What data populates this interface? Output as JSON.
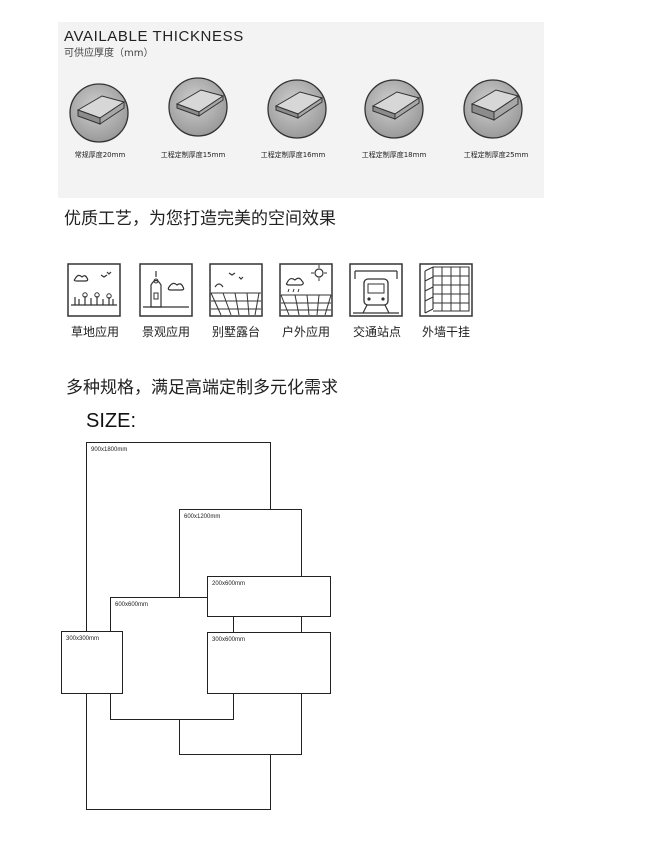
{
  "thickness": {
    "title": "AVAILABLE THICKNESS",
    "subtitle": "可供应厚度（mm）",
    "items": [
      {
        "label": "常规厚度20mm"
      },
      {
        "label": "工程定制厚度15mm"
      },
      {
        "label": "工程定制厚度16mm"
      },
      {
        "label": "工程定制厚度18mm"
      },
      {
        "label": "工程定制厚度25mm"
      }
    ]
  },
  "applications": {
    "heading": "优质工艺，为您打造完美的空间效果",
    "items": [
      {
        "label": "草地应用",
        "icon": "grass-field-icon"
      },
      {
        "label": "景观应用",
        "icon": "landscape-icon"
      },
      {
        "label": "别墅露台",
        "icon": "villa-terrace-icon"
      },
      {
        "label": "户外应用",
        "icon": "outdoor-icon"
      },
      {
        "label": "交通站点",
        "icon": "train-station-icon"
      },
      {
        "label": "外墙干挂",
        "icon": "wall-cladding-icon"
      }
    ]
  },
  "sizes": {
    "heading": "多种规格，满足高端定制多元化需求",
    "label": "SIZE:",
    "items": [
      {
        "label": "900x1800mm"
      },
      {
        "label": "600x1200mm"
      },
      {
        "label": "600x600mm"
      },
      {
        "label": "200x600mm"
      },
      {
        "label": "300x600mm"
      },
      {
        "label": "300x300mm"
      }
    ]
  }
}
